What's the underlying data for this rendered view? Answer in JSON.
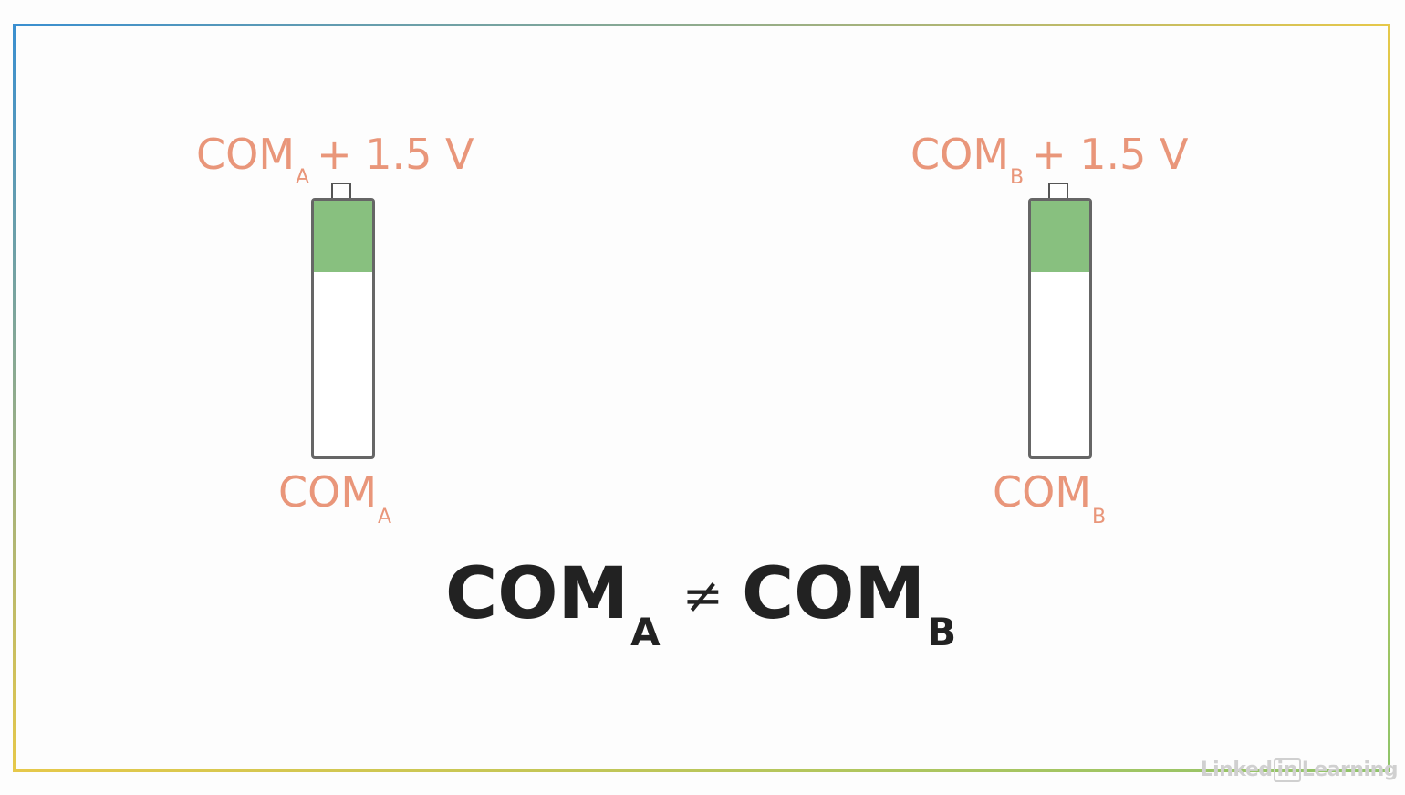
{
  "left": {
    "top_main": "COM",
    "top_sub": "A",
    "top_suffix": "+ 1.5 V",
    "bottom_main": "COM",
    "bottom_sub": "A",
    "charge_level": 0.28
  },
  "right": {
    "top_main": "COM",
    "top_sub": "B",
    "top_suffix": "+ 1.5 V",
    "bottom_main": "COM",
    "bottom_sub": "B",
    "charge_level": 0.28
  },
  "equation": {
    "lhs_main": "COM",
    "lhs_sub": "A",
    "operator": "≠",
    "rhs_main": "COM",
    "rhs_sub": "B"
  },
  "watermark": {
    "pre": "Linked",
    "in": "in",
    "post": "Learning"
  },
  "colors": {
    "label": "#e9967a",
    "fill": "#88c07f",
    "equation": "#222222",
    "frame_gradient": [
      "#3a8fd0",
      "#e6c84a",
      "#8fc46a"
    ]
  }
}
